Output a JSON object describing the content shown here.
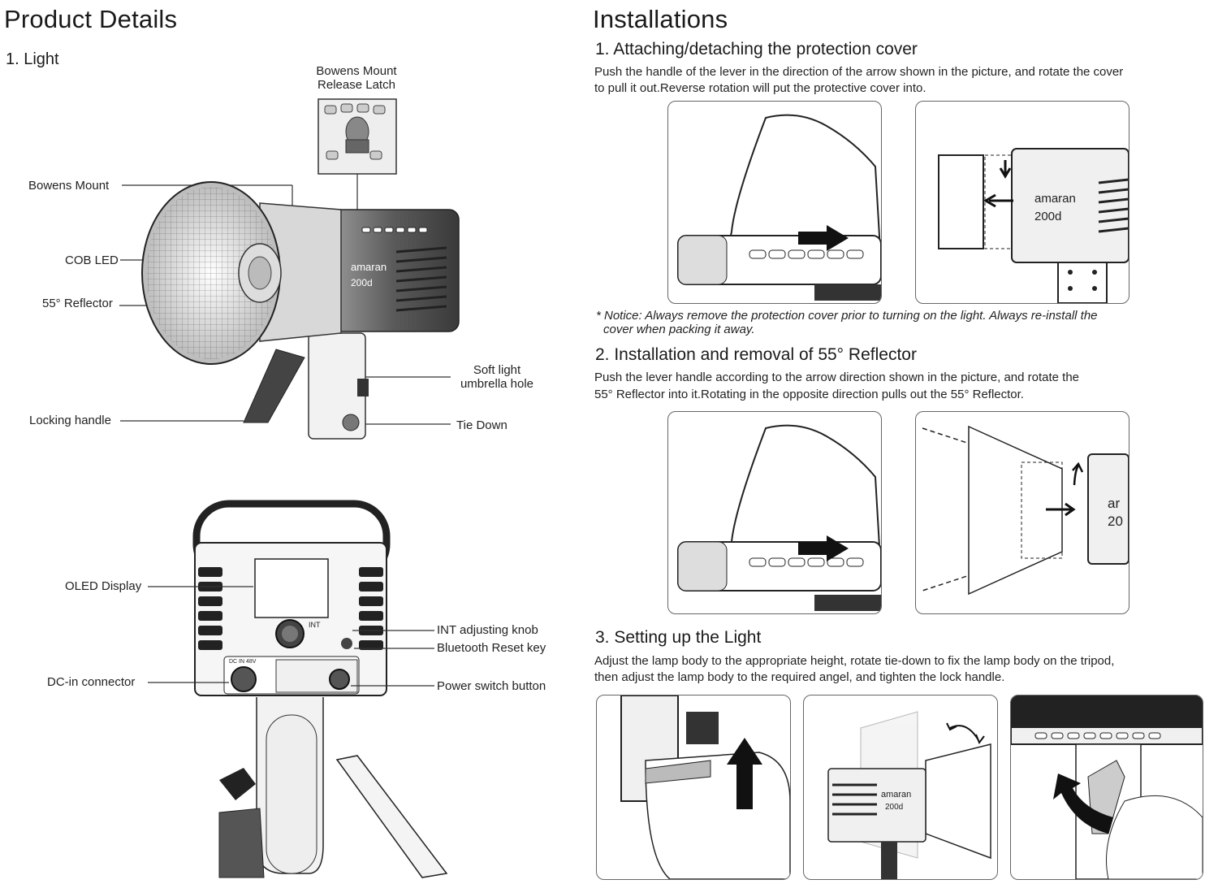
{
  "left": {
    "title": "Product Details",
    "subtitle": "1. Light",
    "labels": {
      "bowens_latch": "Bowens Mount\nRelease Latch",
      "bowens_mount": "Bowens Mount",
      "cob_led": "COB LED",
      "reflector": "55° Reflector",
      "locking_handle": "Locking handle",
      "softlight": "Soft light\numbrella hole",
      "tie_down": "Tie Down",
      "oled": "OLED Display",
      "dc_in": "DC-in connector",
      "int_knob": "INT adjusting knob",
      "bt_reset": "Bluetooth Reset key",
      "power_switch": "Power switch button"
    },
    "device_text": {
      "brand": "amaran",
      "model": "200d",
      "int": "INT",
      "dc": "DC IN  48V"
    }
  },
  "right": {
    "title": "Installations",
    "step1": {
      "heading": "1. Attaching/detaching the protection cover",
      "line1": "Push the handle of the lever in the direction of the arrow shown in the picture, and rotate the cover",
      "line2": "to pull it out.Reverse rotation will put the protective cover into.",
      "notice1": "* Notice: Always remove the protection cover prior to turning on the light. Always re-install the",
      "notice2": "cover when packing it away."
    },
    "step2": {
      "heading": "2. Installation and removal of 55° Reflector",
      "line1": "Push the lever handle according to the arrow direction shown in the picture, and rotate the",
      "line2": "55° Reflector into it.Rotating in the opposite direction pulls out the 55° Reflector."
    },
    "step3": {
      "heading": "3. Setting up the Light",
      "line1": "Adjust the lamp body to the appropriate height, rotate tie-down to fix the lamp body on the tripod,",
      "line2": "then adjust the lamp body to the required angel, and tighten the lock handle."
    },
    "panel_text": {
      "brand": "amaran",
      "model": "200d",
      "brand_partial": "ar",
      "model_partial": "20"
    }
  }
}
